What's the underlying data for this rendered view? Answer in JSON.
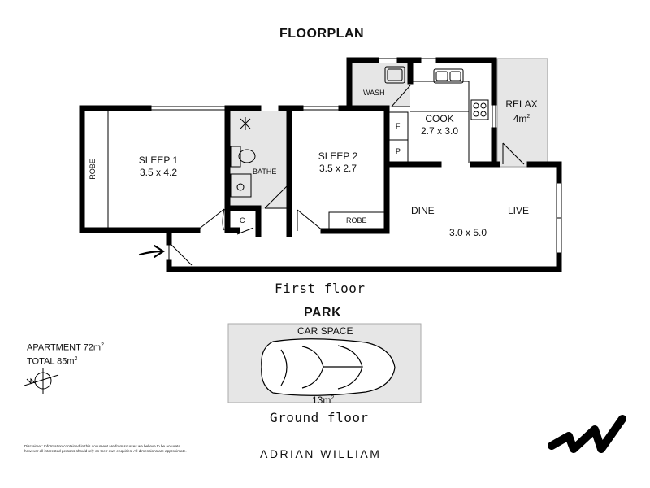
{
  "title": "FLOORPLAN",
  "rooms": {
    "sleep1": {
      "name": "SLEEP 1",
      "size": "3.5 x 4.2"
    },
    "robe1": "ROBE",
    "bathe": "BATHE",
    "cupboard": "C",
    "sleep2": {
      "name": "SLEEP 2",
      "size": "3.5 x 2.7"
    },
    "robe2": "ROBE",
    "wash": "WASH",
    "cook": {
      "name": "COOK",
      "size": "2.7 x 3.0"
    },
    "fridge": "F",
    "pantry": "P",
    "relax": {
      "name": "RELAX",
      "area": "4m",
      "unit_sup": "2"
    },
    "dine": "DINE",
    "live": "LIVE",
    "living_size": "3.0 x 5.0"
  },
  "first_floor_caption": "First floor",
  "park": {
    "heading": "PARK",
    "car_space_label": "CAR SPACE",
    "area": "13m",
    "unit_sup": "2"
  },
  "ground_floor_caption": "Ground floor",
  "summary": {
    "apartment": "APARTMENT 72m",
    "total": "TOTAL 85m",
    "unit_sup": "2"
  },
  "disclaimer": "Disclaimer: Information contained in this document are from sources we believe to be accurate however all interested persons should rely on their own enquiries. All dimensions are approximate.",
  "brand": "ADRIAN WILLIAM",
  "icons": [
    "north-compass-icon",
    "entry-arrow-icon",
    "car-icon",
    "brand-logo-icon"
  ],
  "colors": {
    "walls": "#000000",
    "wet_area": "#e6e6e6",
    "park_fill": "#e6e6e6"
  }
}
